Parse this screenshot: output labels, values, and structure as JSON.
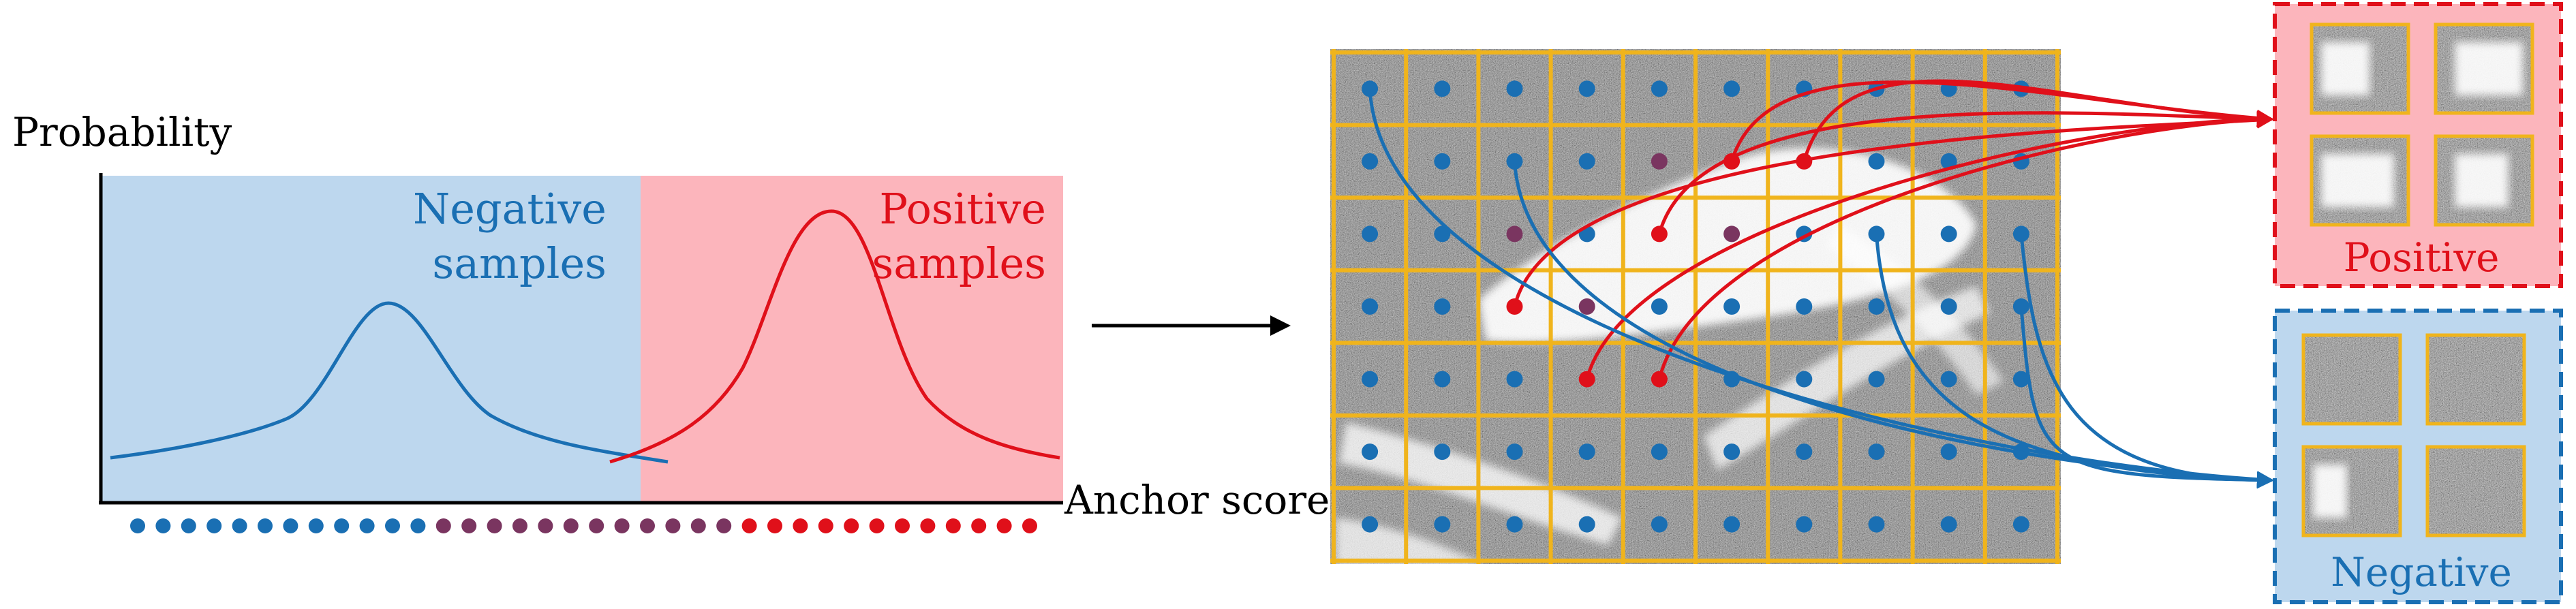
{
  "colors": {
    "negative": "#1a6fb3",
    "positive": "#e0101a",
    "negative_fill": "#bdd7ee",
    "positive_fill": "#fcb5bc",
    "grid": "#f0b41c",
    "purple": "#7a3560"
  },
  "plot": {
    "y_axis_label": "Probability",
    "x_axis_label": "Anchor score",
    "negative_label_line1": "Negative",
    "negative_label_line2": "samples",
    "positive_label_line1": "Positive",
    "positive_label_line2": "samples"
  },
  "boxes": {
    "positive_label": "Positive",
    "negative_label": "Negative"
  }
}
